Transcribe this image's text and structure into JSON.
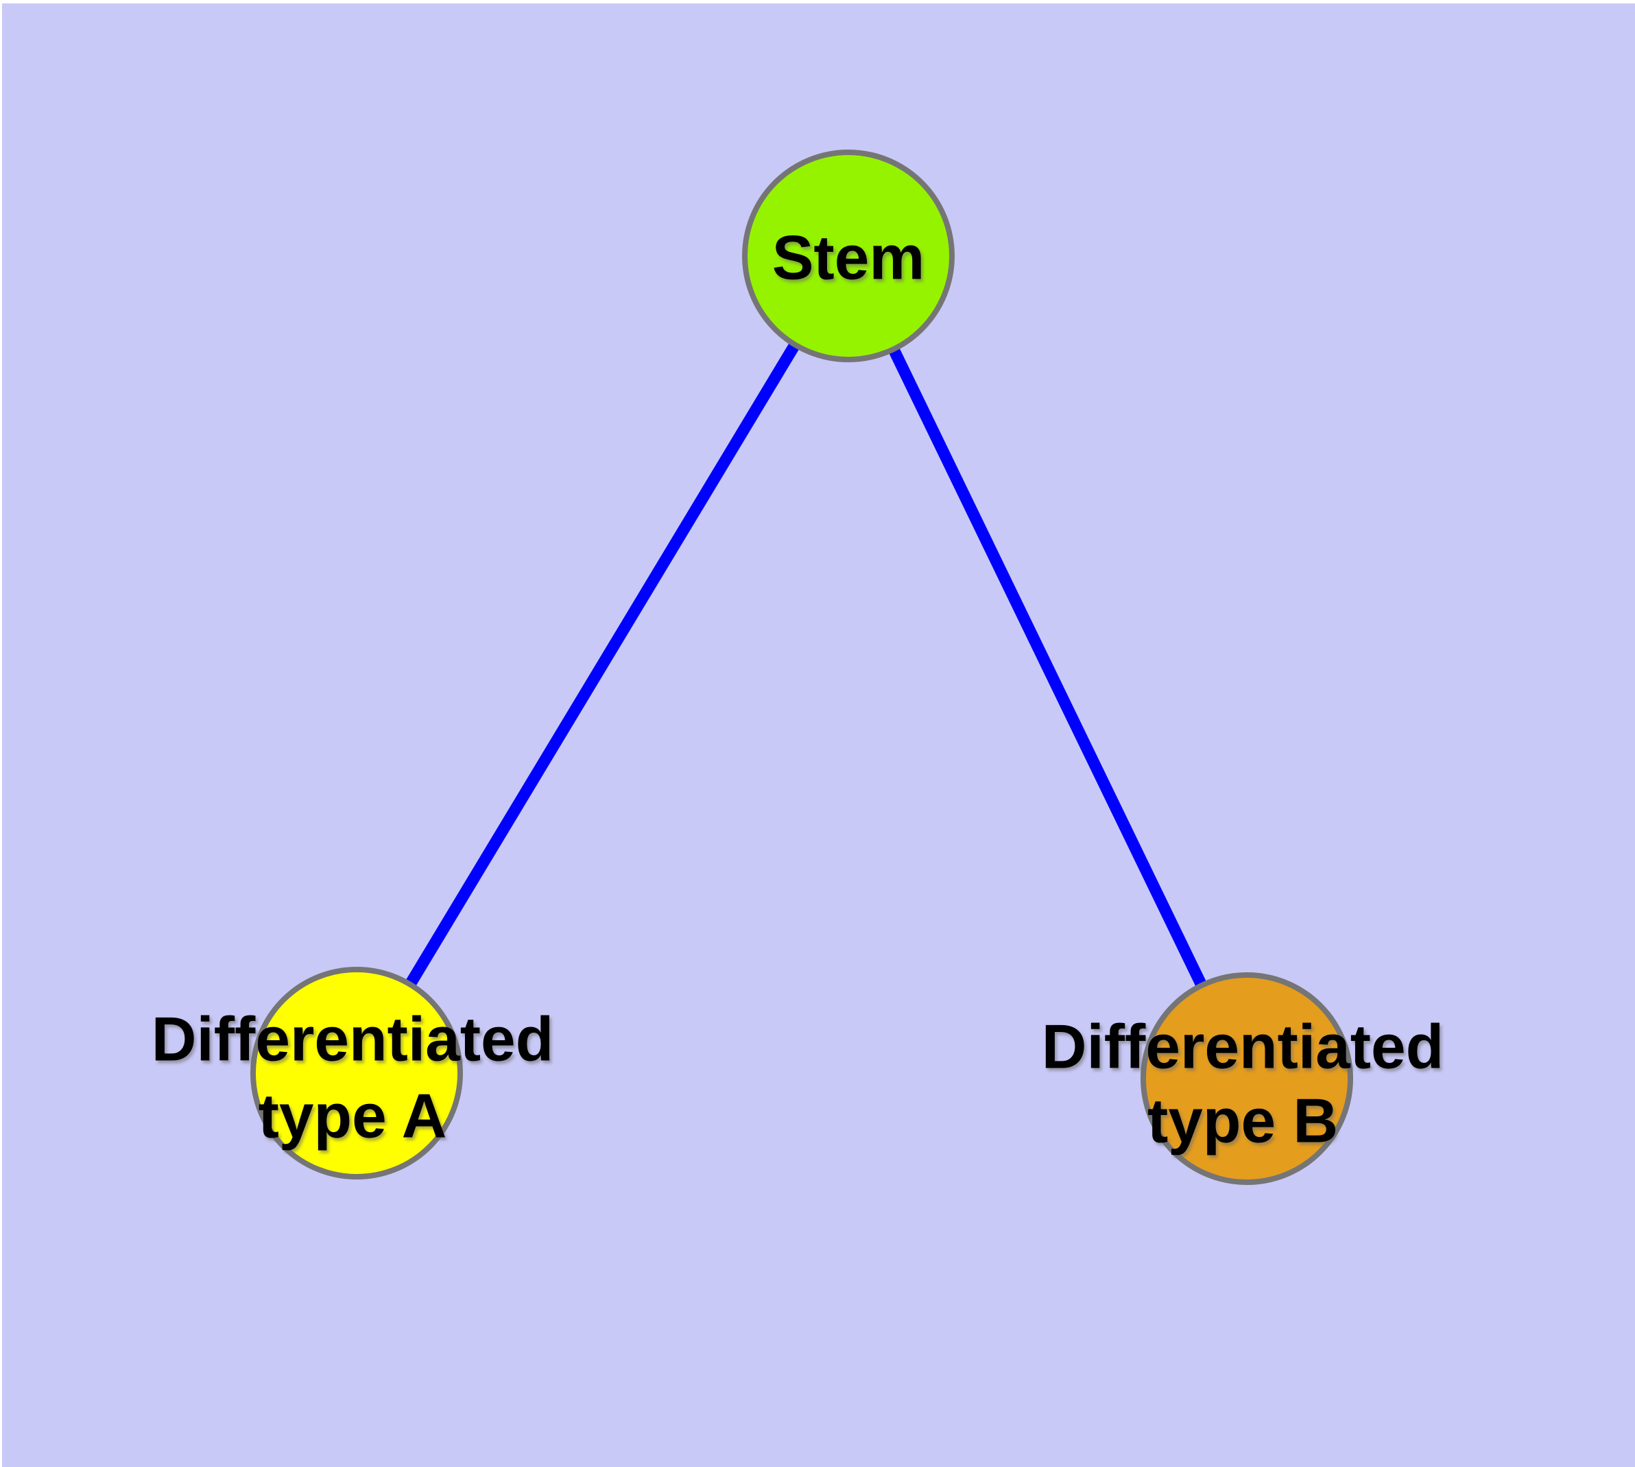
{
  "canvas": {
    "background": "#C9C9F7",
    "margin_color": "#FFFFFF"
  },
  "graph": {
    "type": "node-link-diagram",
    "edge_color": "#0000FF",
    "node_stroke_color": "#757575",
    "nodes": [
      {
        "id": "stem",
        "label": "Stem",
        "fill": "#95F300"
      },
      {
        "id": "differentiated-type-a",
        "label": "Differentiated type A",
        "label_line1": "Differentiated",
        "label_line2": "type A",
        "fill": "#FFFF00"
      },
      {
        "id": "differentiated-type-b",
        "label": "Differentiated type B",
        "label_line1": "Differentiated",
        "label_line2": "type B",
        "fill": "#E59D1E"
      }
    ],
    "edges": [
      {
        "from": "Stem",
        "to": "Differentiated type A"
      },
      {
        "from": "Stem",
        "to": "Differentiated type B"
      }
    ]
  }
}
